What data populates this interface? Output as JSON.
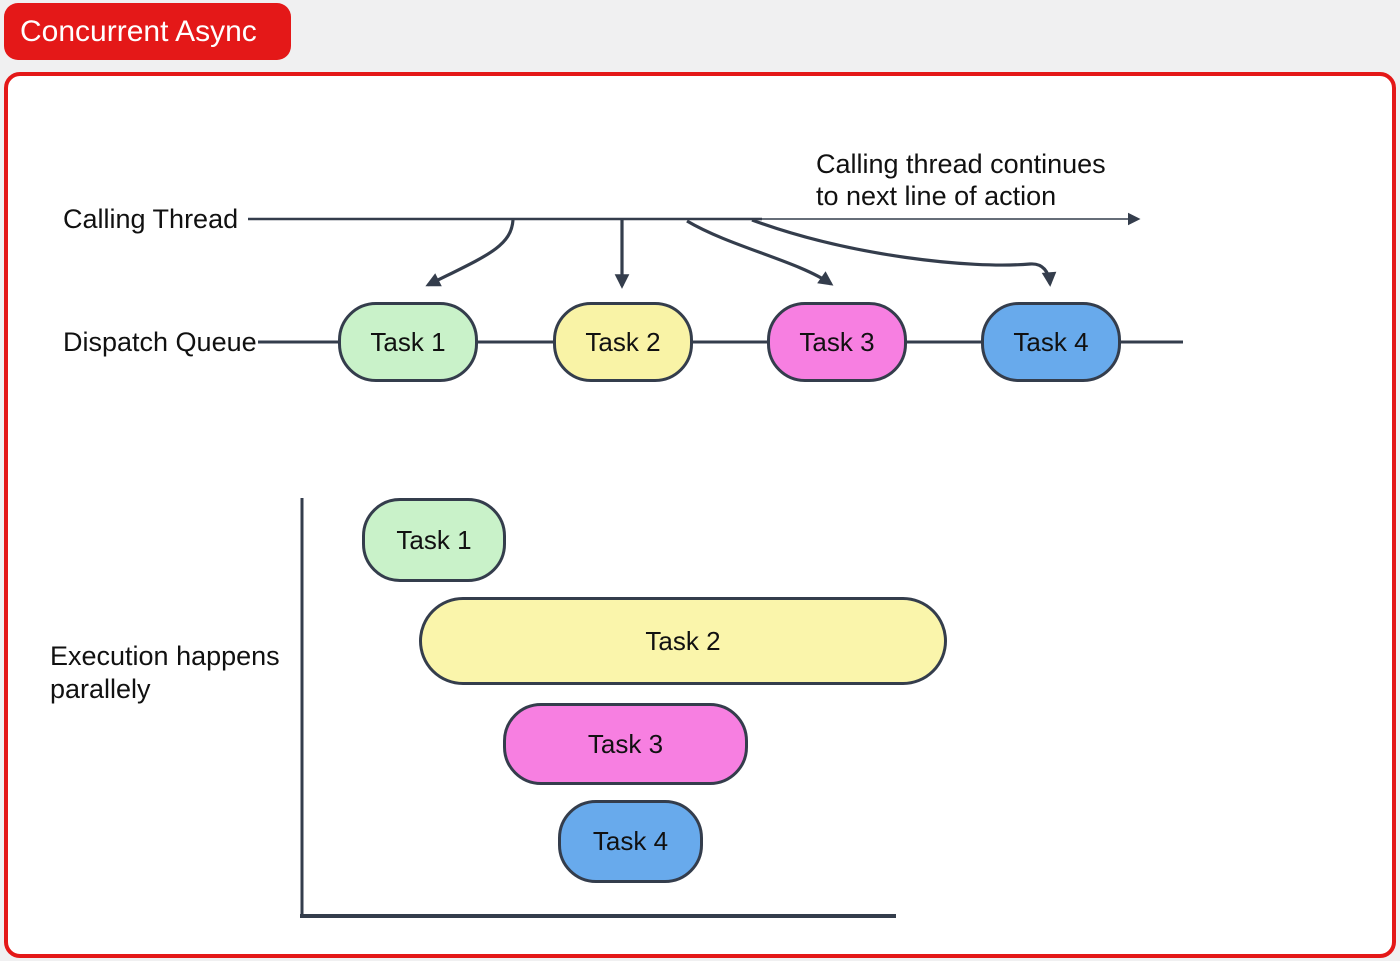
{
  "page": {
    "background_color": "#f0f0f1",
    "accent_red": "#e41818",
    "stroke_color": "#343d4c"
  },
  "title_badge": {
    "label": "Concurrent Async"
  },
  "calling_thread": {
    "label": "Calling Thread",
    "annotation": {
      "line1": "Calling thread continues",
      "line2": "to next line of action"
    }
  },
  "dispatch_queue": {
    "label": "Dispatch Queue",
    "tasks": [
      {
        "label": "Task 1",
        "color": "#c9f2c9"
      },
      {
        "label": "Task 2",
        "color": "#f9f3a6"
      },
      {
        "label": "Task 3",
        "color": "#f77fe1"
      },
      {
        "label": "Task 4",
        "color": "#68aaec"
      }
    ]
  },
  "execution": {
    "label": {
      "line1": "Execution happens",
      "line2": "parallely"
    },
    "tasks": [
      {
        "label": "Task 1",
        "color": "#c9f2c9"
      },
      {
        "label": "Task 2",
        "color": "#faf5ab"
      },
      {
        "label": "Task 3",
        "color": "#f77fe1"
      },
      {
        "label": "Task 4",
        "color": "#68aaec"
      }
    ]
  }
}
